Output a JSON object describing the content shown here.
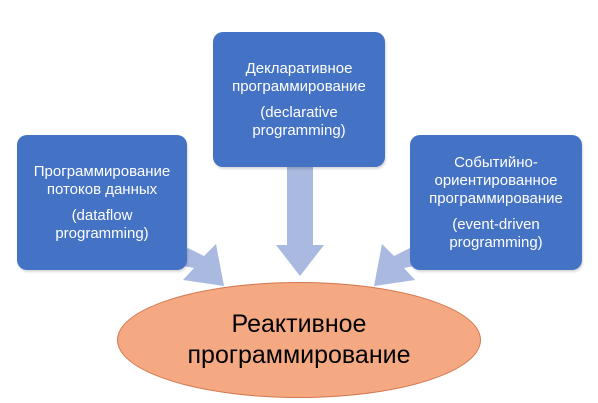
{
  "boxes": {
    "left": {
      "title_lines": [
        "Программирование",
        "потоков данных"
      ],
      "subtitle_lines": [
        "(dataflow",
        "programming)"
      ]
    },
    "center": {
      "title_lines": [
        "Декларативное",
        "программирование"
      ],
      "subtitle_lines": [
        "(declarative",
        "programming)"
      ]
    },
    "right": {
      "title_lines": [
        "Событийно-",
        "ориентированное",
        "программирование"
      ],
      "subtitle_lines": [
        "(event-driven",
        "programming)"
      ]
    }
  },
  "target": {
    "lines": [
      "Реактивное",
      "программирование"
    ]
  },
  "colors": {
    "box_fill": "#4472c4",
    "arrow_fill": "#a9b9e0",
    "ellipse_fill": "#f4a983",
    "ellipse_border": "#d4774d"
  }
}
